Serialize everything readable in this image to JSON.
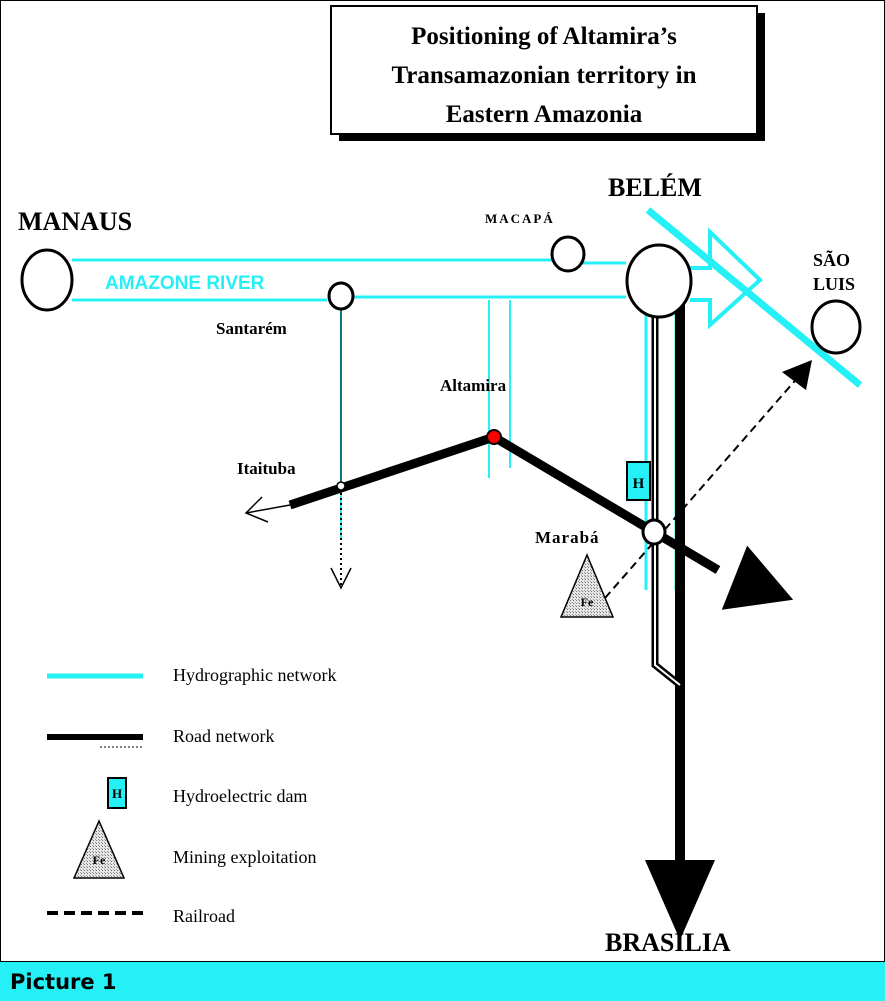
{
  "title": {
    "line1": "Positioning of Altamira’s",
    "line2": "Transamazonian territory in",
    "line3": "Eastern Amazonia"
  },
  "places": {
    "manaus": "MANAUS",
    "macapa": "MACAPÁ",
    "belem": "BELÉM",
    "sao_luis_1": "SÃO",
    "sao_luis_2": "LUIS",
    "santarem": "Santarém",
    "altamira": "Altamira",
    "itaituba": "Itaituba",
    "maraba": "Marabá",
    "brasilia": "BRASÍLIA"
  },
  "river_label": "AMAZONE RIVER",
  "symbols": {
    "dam_letter": "H",
    "mining_letter": "Fe"
  },
  "legend": [
    {
      "label": "Hydrographic network"
    },
    {
      "label": "Road network"
    },
    {
      "label": "Hydroelectric dam"
    },
    {
      "label": "Mining exploitation"
    },
    {
      "label": "Railroad"
    }
  ],
  "colors": {
    "river": "#25f0f5",
    "road": "#000000",
    "altamira_point": "#ff0000",
    "dam_fill": "#25f0f5",
    "mining_fill": "#d8d8d8"
  },
  "footer": {
    "label": "Picture 1"
  }
}
